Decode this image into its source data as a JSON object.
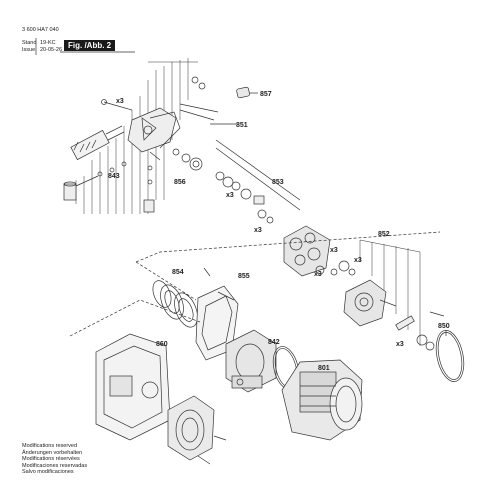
{
  "header": {
    "doc_number": "3 600 HA7 040",
    "stand_label": "Stand",
    "stand_value": "19-KC",
    "issue_label": "Issue",
    "issue_value": "20-05-26",
    "figure_label": "Fig. /Abb. 2"
  },
  "callouts": [
    {
      "id": "857",
      "label": "857"
    },
    {
      "id": "851",
      "label": "851"
    },
    {
      "id": "843",
      "label": "843"
    },
    {
      "id": "856",
      "label": "856"
    },
    {
      "id": "853",
      "label": "853"
    },
    {
      "id": "852",
      "label": "852"
    },
    {
      "id": "854",
      "label": "854"
    },
    {
      "id": "855",
      "label": "855"
    },
    {
      "id": "860",
      "label": "860"
    },
    {
      "id": "842",
      "label": "842"
    },
    {
      "id": "801",
      "label": "801"
    },
    {
      "id": "850",
      "label": "850"
    }
  ],
  "quantities": [
    "x3",
    "x3",
    "x3",
    "x3",
    "x3",
    "x3",
    "x3"
  ],
  "footer": {
    "lines": [
      "Modifications reserved",
      "Änderungen vorbehalten",
      "Modifications réservées",
      "Modificaciones reservadas",
      "Salvo modificaciones"
    ]
  }
}
